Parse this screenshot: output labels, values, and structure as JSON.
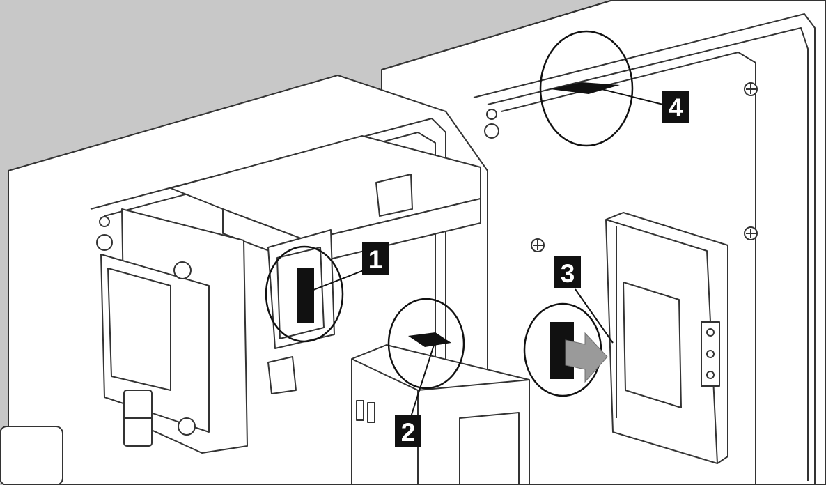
{
  "colors": {
    "background": "#c8c8c8",
    "surface": "#ffffff",
    "line": "#333333",
    "marker": "#111111",
    "label_bg": "#111111",
    "label_text": "#ffffff",
    "arrow": "#9a9a9a"
  },
  "callouts": [
    {
      "id": "1",
      "label": "1"
    },
    {
      "id": "2",
      "label": "2"
    },
    {
      "id": "3",
      "label": "3"
    },
    {
      "id": "4",
      "label": "4"
    }
  ]
}
